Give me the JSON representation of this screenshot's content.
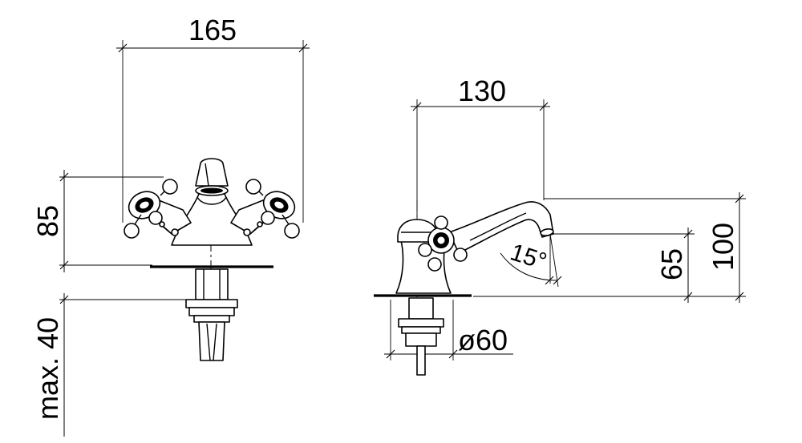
{
  "drawing": {
    "front_view": {
      "width_dim": "165",
      "height_dim": "85",
      "deck_dim": "max. 40"
    },
    "side_view": {
      "depth_dim": "130",
      "total_height_dim": "100",
      "spout_height_dim": "65",
      "angle_dim": "15°",
      "hole_dim": "ø60"
    }
  }
}
